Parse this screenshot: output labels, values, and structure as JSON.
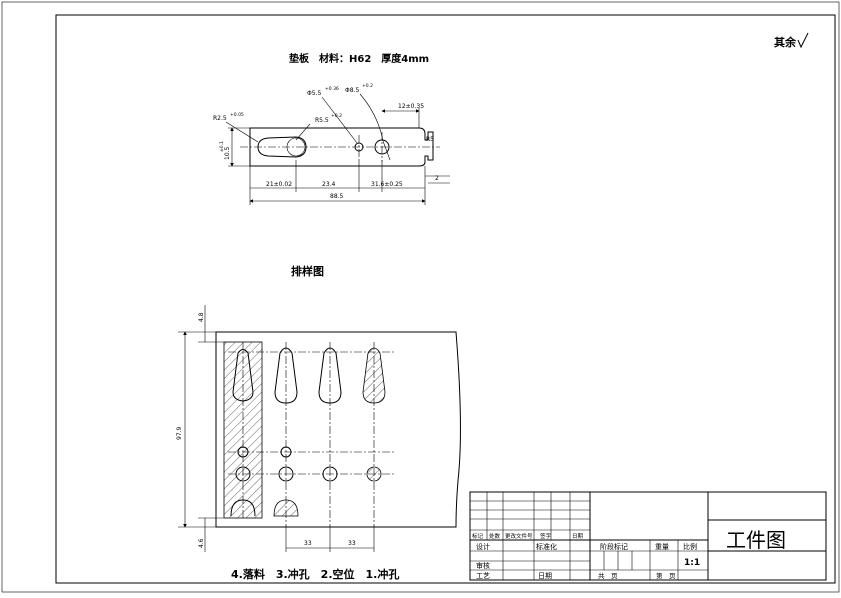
{
  "header": {
    "surface_mark": "其余",
    "part_title": "垫板　材料：H62　厚度4mm"
  },
  "part_dims": {
    "hole_a": "R2.5",
    "hole_a_tol": "+0.05",
    "width": "10.5",
    "width_tol": "±0.1",
    "hole_b": "R5.5",
    "hole_b_tol": "+0.2",
    "hole_c": "Φ5.5",
    "hole_c_tol": "+0.36",
    "hole_d": "Φ8.5",
    "hole_d_tol": "+0.2",
    "pitch_right": "12±0.35",
    "end_radius": "R5",
    "seg1": "21±0.02",
    "seg2": "23.4",
    "seg3": "31.6±0.25",
    "total": "88.5",
    "step": "2"
  },
  "layout": {
    "title": "排样图",
    "dim_top": "4.8",
    "dim_height": "97.9",
    "dim_bottom": "4.6",
    "pitch1": "33",
    "pitch2": "33",
    "steps_caption": "4.落料　3.冲孔　2.空位　1.冲孔"
  },
  "title_block": {
    "drawing_name": "工件图",
    "rev_labels": [
      "标记",
      "处数",
      "更改文件号",
      "签字",
      "日期"
    ],
    "row_design": "设计",
    "row_std": "标准化",
    "row_check": "审核",
    "row_process": "工艺",
    "row_date": "日期",
    "stage_mark": "阶段标记",
    "weight": "重量",
    "scale": "比例",
    "scale_value": "1:1",
    "sheets_total": "共　页",
    "sheet_no": "第　页"
  }
}
